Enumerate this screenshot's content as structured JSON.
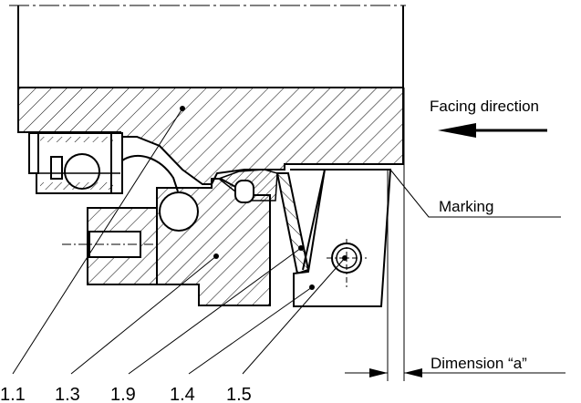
{
  "annotations": {
    "facing_direction": "Facing direction",
    "marking": "Marking",
    "dimension": "Dimension “a”"
  },
  "part_labels": [
    "1.1",
    "1.3",
    "1.9",
    "1.4",
    "1.5"
  ],
  "icons": {
    "arrow": "facing-direction-arrow-icon"
  }
}
